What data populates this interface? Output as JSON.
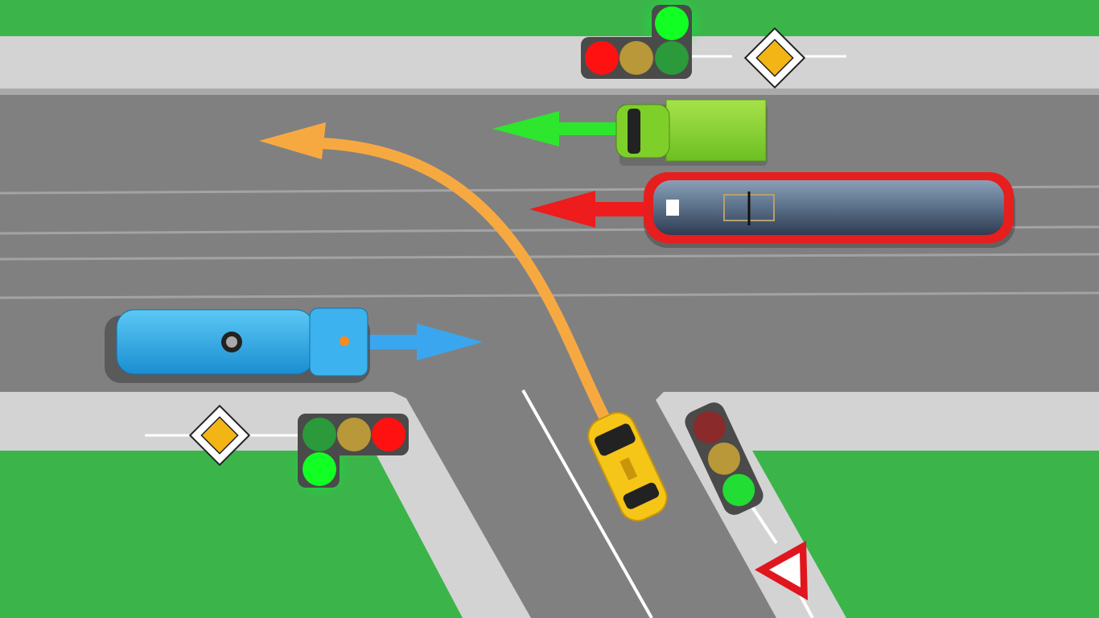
{
  "scene": {
    "colors": {
      "grass": "#3bb54a",
      "road": "#808080",
      "sidewalk": "#d3d3d3",
      "turn_path": "#f7a941",
      "truck": "#8fd63a",
      "truck_arrow": "#2ee62e",
      "tram": "#e61e1e",
      "tram_arrow": "#ee1c1c",
      "tanker": "#2aa7e8",
      "tanker_arrow": "#3aa6f0",
      "taxi": "#f5c518"
    },
    "icons": [
      "traffic-light",
      "priority-road-sign",
      "yield-sign",
      "truck",
      "tram",
      "tanker-truck",
      "taxi-car"
    ]
  }
}
